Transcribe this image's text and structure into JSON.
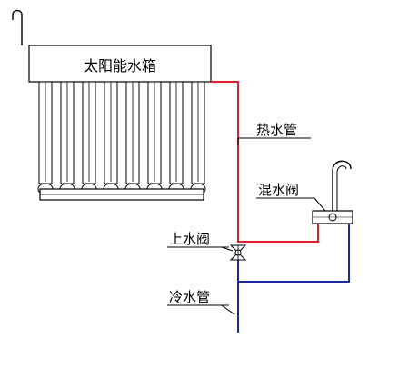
{
  "labels": {
    "tank": "太阳能水箱",
    "hot_pipe": "热水管",
    "mixing_valve": "混水阀",
    "inlet_valve": "上水阀",
    "cold_pipe": "冷水管"
  },
  "colors": {
    "hot_pipe": "#e0202a",
    "cold_pipe": "#1a2a9a",
    "outline": "#000000"
  },
  "collector": {
    "tube_count": 8
  }
}
